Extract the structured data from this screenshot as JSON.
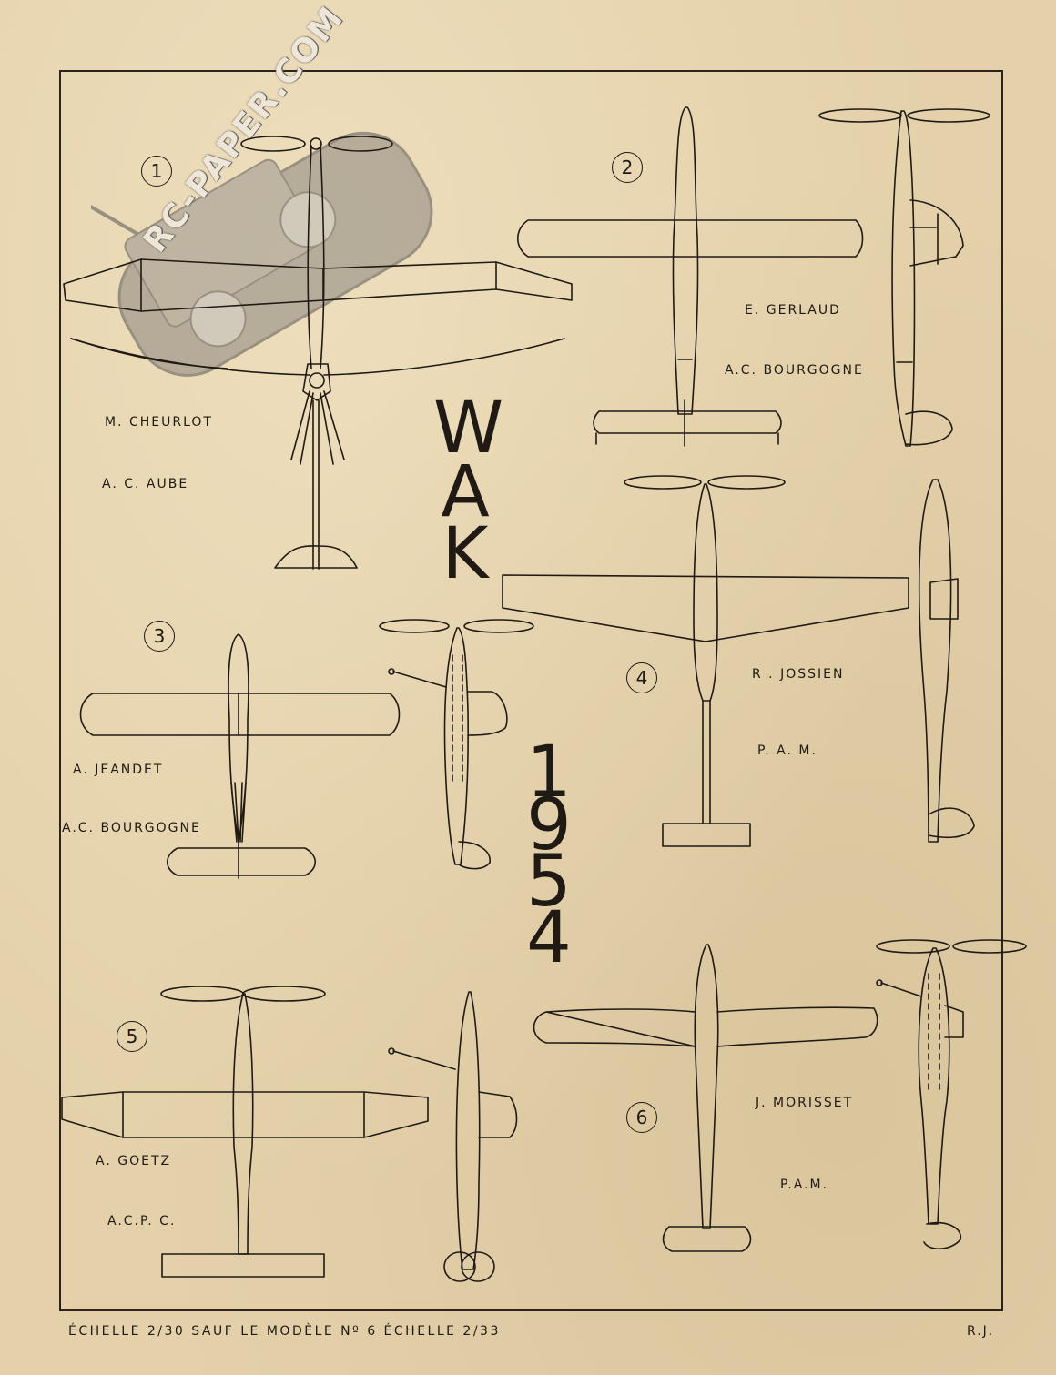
{
  "title": {
    "letters": [
      "W",
      "A",
      "K"
    ],
    "year_digits": [
      "1",
      "9",
      "5",
      "4"
    ]
  },
  "models": [
    {
      "number": "1",
      "pilot": "M. CHEURLOT",
      "club": "A. C.  AUBE"
    },
    {
      "number": "2",
      "pilot": "E. GERLAUD",
      "club": "A.C. BOURGOGNE"
    },
    {
      "number": "3",
      "pilot": "A.  JEANDET",
      "club": "A.C. BOURGOGNE"
    },
    {
      "number": "4",
      "pilot": "R . JOSSIEN",
      "club": "P. A. M."
    },
    {
      "number": "5",
      "pilot": "A.  GOETZ",
      "club": "A.C.P. C."
    },
    {
      "number": "6",
      "pilot": "J. MORISSET",
      "club": "P.A.M."
    }
  ],
  "footer": {
    "scale_note": "ÉCHELLE  2/30  SAUF  LE  MODÈLE  Nº 6  ÉCHELLE  2/33",
    "initials": "R.J."
  },
  "watermark": {
    "text": "RC-PAPER.COM"
  },
  "colors": {
    "paper": "#e4d1aa",
    "ink": "#1f1a14"
  }
}
